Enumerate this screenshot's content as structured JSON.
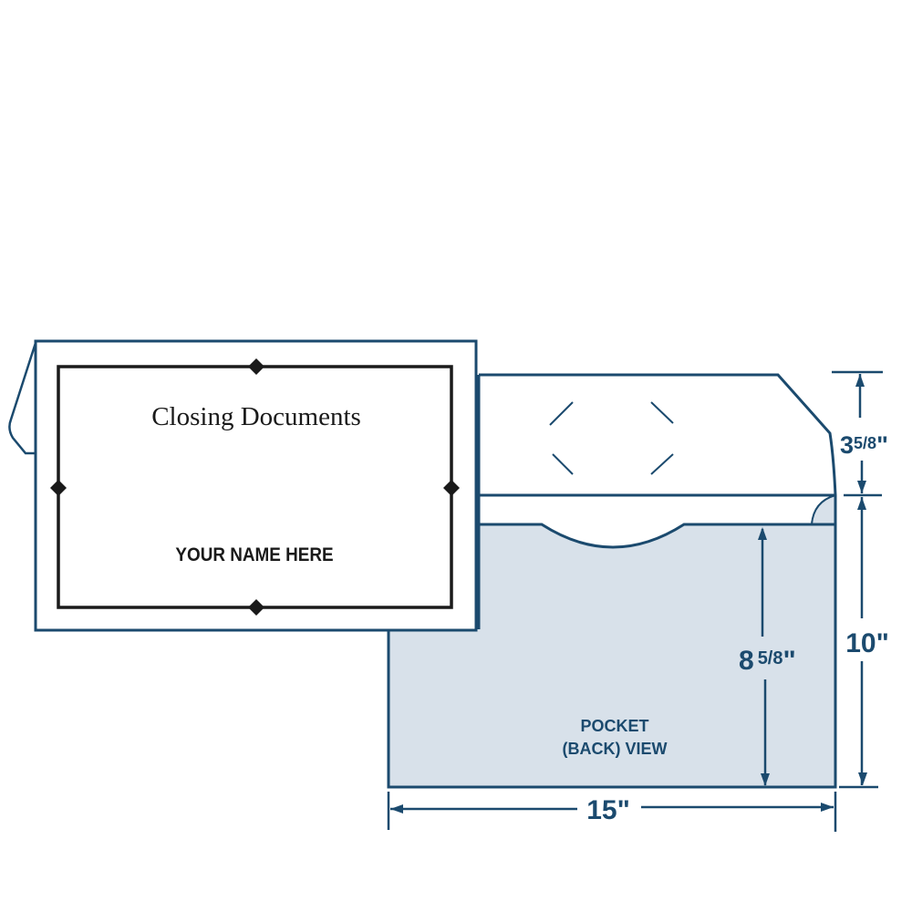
{
  "cover": {
    "title": "Closing Documents",
    "name_placeholder": "YOUR NAME HERE"
  },
  "pocket": {
    "line1": "POCKET",
    "line2": "(BACK) VIEW"
  },
  "dimensions": {
    "flap_height": {
      "whole": "3",
      "fraction": "5/8",
      "unit": "\""
    },
    "pocket_height": {
      "whole": "8",
      "fraction": "5/8",
      "unit": "\""
    },
    "total_height": "10\"",
    "width": "15\""
  },
  "colors": {
    "outline": "#1b4a6e",
    "pocket_fill": "#d8e1ea",
    "frame": "#1a1a1a"
  }
}
